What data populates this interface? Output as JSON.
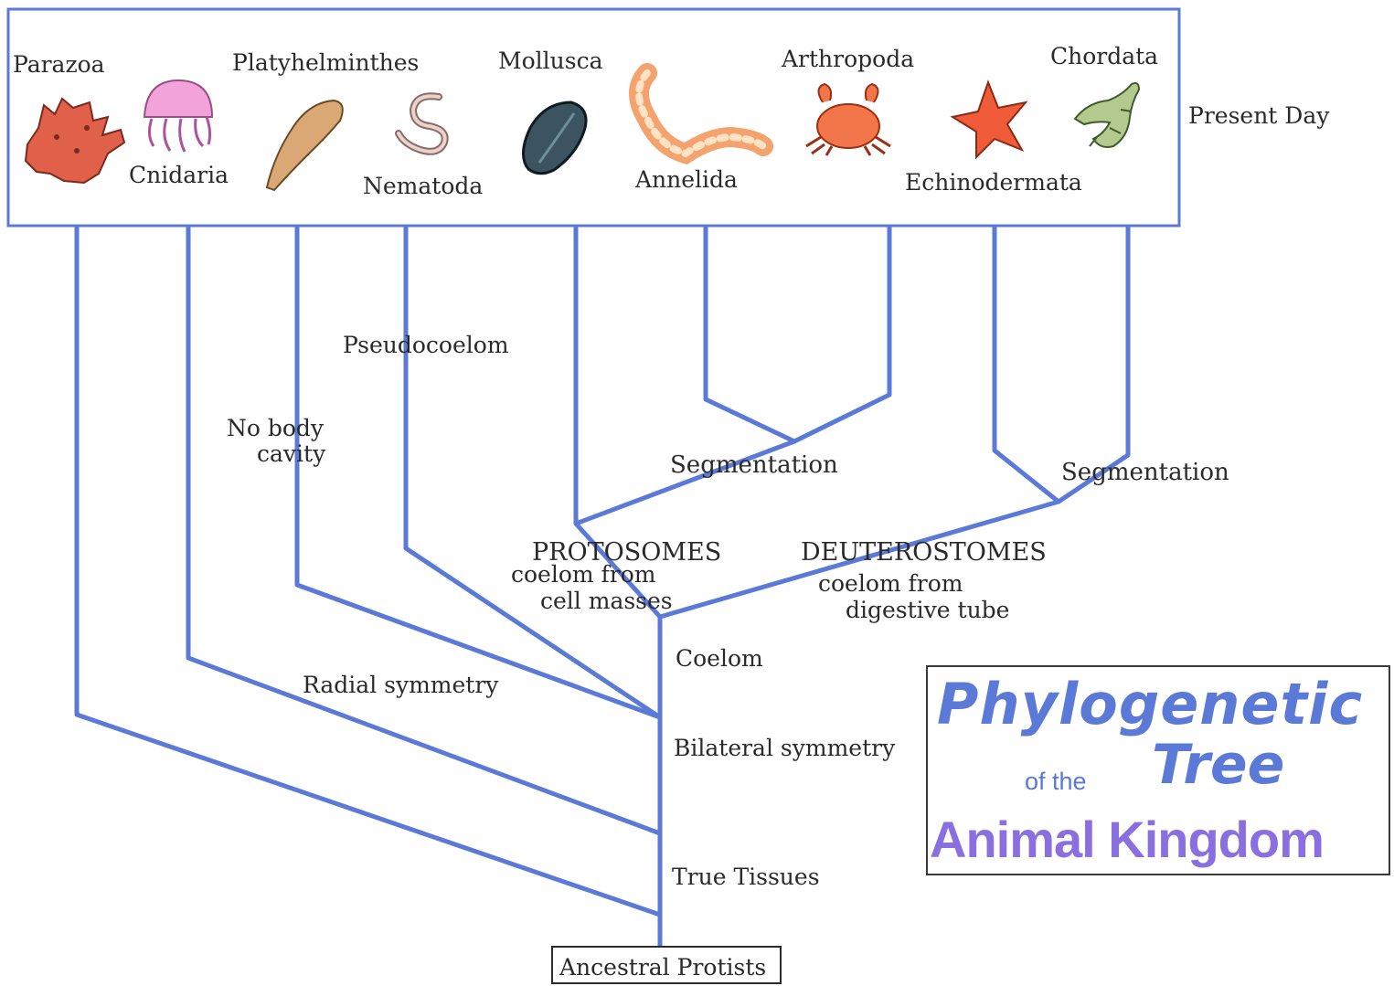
{
  "present_day_label": "Present Day",
  "phyla": {
    "parazoa": "Parazoa",
    "cnidaria": "Cnidaria",
    "platyhelminthes": "Platyhelminthes",
    "nematoda": "Nematoda",
    "mollusca": "Mollusca",
    "annelida": "Annelida",
    "arthropoda": "Arthropoda",
    "echinodermata": "Echinodermata",
    "chordata": "Chordata"
  },
  "traits": {
    "pseudocoelom": "Pseudocoelom",
    "no_body_line1": "No body",
    "no_body_line2": "cavity",
    "segmentation_protostome": "Segmentation",
    "segmentation_deuterostome": "Segmentation",
    "protosomes_title": "PROTOSOMES",
    "protosomes_line1": "coelom from",
    "protosomes_line2": "cell masses",
    "deuterostomes_title": "DEUTEROSTOMES",
    "deuterostomes_line1": "coelom from",
    "deuterostomes_line2": "digestive tube",
    "coelom": "Coelom",
    "radial_symmetry": "Radial symmetry",
    "bilateral_symmetry": "Bilateral symmetry",
    "true_tissues": "True Tissues"
  },
  "root_label": "Ancestral Protists",
  "title": {
    "line1": "Phylogenetic",
    "of_the": "of the",
    "tree": "Tree",
    "line3": "Animal Kingdom"
  },
  "colors": {
    "branch": "#5b79d6",
    "title_blue": "#5b79d6",
    "title_purple": "#8a6fe0"
  }
}
